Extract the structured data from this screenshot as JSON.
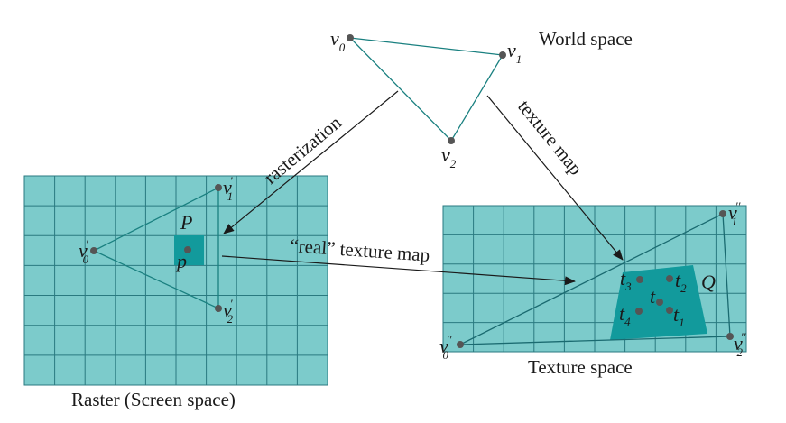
{
  "labels": {
    "world_space": "World space",
    "raster_caption": "Raster (Screen space)",
    "texture_caption": "Texture space",
    "arrow_rasterization": "rasterization",
    "arrow_texture_map": "texture map",
    "arrow_real_texture_map": "“real” texture map"
  },
  "points": {
    "world": {
      "v0": {
        "sym": "v",
        "sub": "0",
        "prime": ""
      },
      "v1": {
        "sym": "v",
        "sub": "1",
        "prime": ""
      },
      "v2": {
        "sym": "v",
        "sub": "2",
        "prime": ""
      }
    },
    "raster": {
      "v0": {
        "sym": "v",
        "sub": "0",
        "prime": "′"
      },
      "v1": {
        "sym": "v",
        "sub": "1",
        "prime": "′"
      },
      "v2": {
        "sym": "v",
        "sub": "2",
        "prime": "′"
      },
      "P": "P",
      "p": "p"
    },
    "texture": {
      "v0": {
        "sym": "v",
        "sub": "0",
        "prime": "′′"
      },
      "v1": {
        "sym": "v",
        "sub": "1",
        "prime": "′′"
      },
      "v2": {
        "sym": "v",
        "sub": "2",
        "prime": "′′"
      },
      "t": {
        "sym": "t",
        "sub": "",
        "prime": ""
      },
      "t1": {
        "sym": "t",
        "sub": "1",
        "prime": ""
      },
      "t2": {
        "sym": "t",
        "sub": "2",
        "prime": ""
      },
      "t3": {
        "sym": "t",
        "sub": "3",
        "prime": ""
      },
      "t4": {
        "sym": "t",
        "sub": "4",
        "prime": ""
      },
      "Q": "Q"
    }
  },
  "colors": {
    "grid_fill": "#7ccbcb",
    "grid_line": "#2a7a80",
    "highlight": "#129a9c",
    "triangle": "#1a8080",
    "point": "#555555",
    "arrow": "#1a1a1a"
  }
}
